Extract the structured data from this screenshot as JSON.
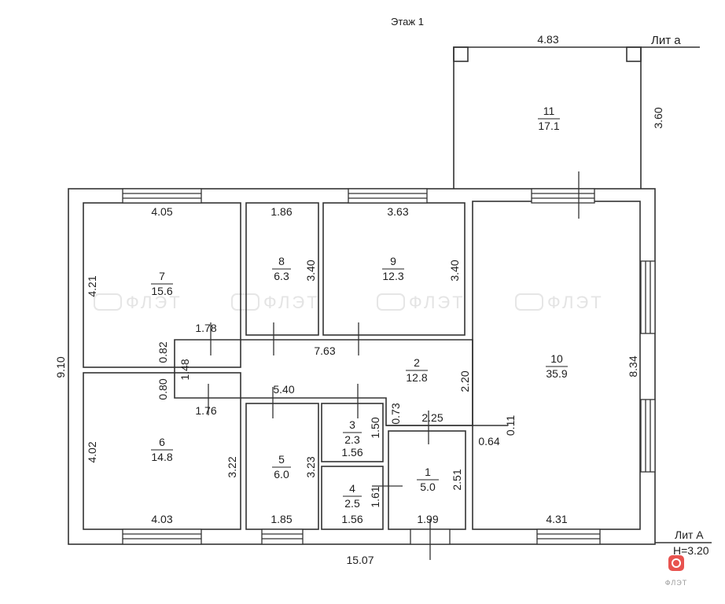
{
  "plan": {
    "title": "Этаж 1",
    "lit_a_small": "Лит а",
    "lit_a_big": "Лит А",
    "height_label": "H=3.20",
    "watermark": "ФЛЭТ",
    "logo_text": "ФЛЭТ"
  },
  "rooms": [
    {
      "id": "1",
      "area": "5.0"
    },
    {
      "id": "2",
      "area": "12.8"
    },
    {
      "id": "3",
      "area": "2.3"
    },
    {
      "id": "4",
      "area": "2.5"
    },
    {
      "id": "5",
      "area": "6.0"
    },
    {
      "id": "6",
      "area": "14.8"
    },
    {
      "id": "7",
      "area": "15.6"
    },
    {
      "id": "8",
      "area": "6.3"
    },
    {
      "id": "9",
      "area": "12.3"
    },
    {
      "id": "10",
      "area": "35.9"
    },
    {
      "id": "11",
      "area": "17.1"
    }
  ],
  "dims": {
    "d483": "4.83",
    "d360": "3.60",
    "d405": "4.05",
    "d186": "1.86",
    "d363": "3.63",
    "d421": "4.21",
    "d340a": "3.40",
    "d340b": "3.40",
    "d910": "9.10",
    "d082": "0.82",
    "d178": "1.78",
    "d763": "7.63",
    "d148": "1.48",
    "d080": "0.80",
    "d540": "5.40",
    "d220": "2.20",
    "d834": "8.34",
    "d176": "1.76",
    "d073": "0.73",
    "d225": "2.25",
    "d011": "0.11",
    "d064": "0.64",
    "d150": "1.50",
    "d156a": "1.56",
    "d402": "4.02",
    "d322": "3.22",
    "d323": "3.23",
    "d251": "2.51",
    "d161": "1.61",
    "d156b": "1.56",
    "d403": "4.03",
    "d185": "1.85",
    "d199": "1.99",
    "d431": "4.31",
    "d1507": "15.07"
  }
}
